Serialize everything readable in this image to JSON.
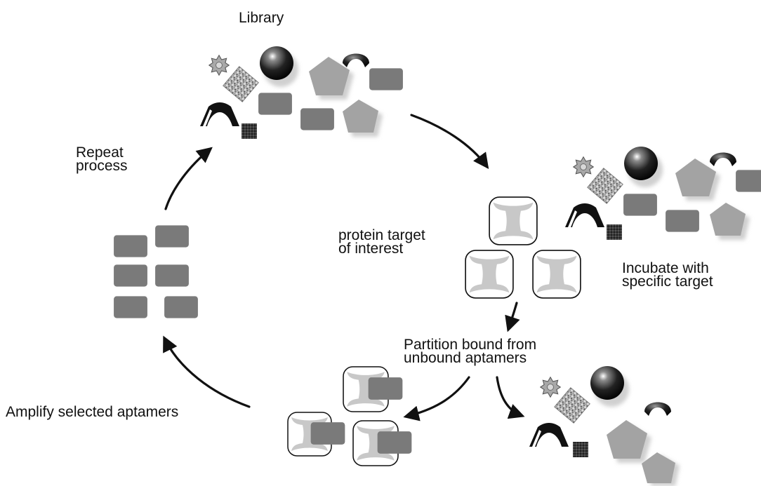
{
  "labels": {
    "library": "Library",
    "repeat": "Repeat\nprocess",
    "protein_target": "protein target\nof interest",
    "incubate": "Incubate with\nspecific target",
    "partition": "Partition bound from\nunbound aptamers",
    "amplify": "Amplify selected aptamers"
  },
  "colors": {
    "aptamer_rect": "#7a7a7a",
    "pentagon": "#a3a3a3",
    "target_fill": "#c8c8c8",
    "arrow": "#111111",
    "shadow": "#cfcfcf"
  }
}
